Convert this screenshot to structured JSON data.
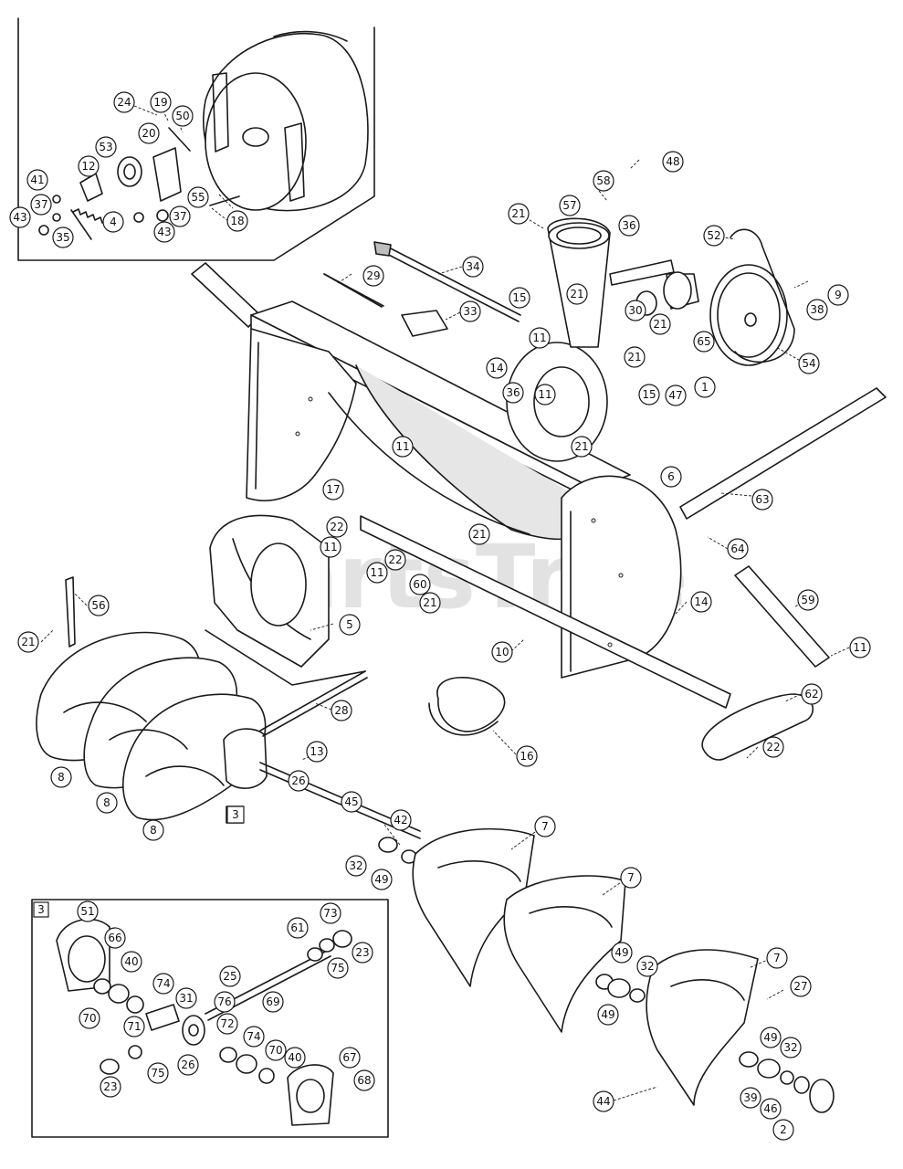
{
  "watermark": "PartsTree",
  "inset_box_label": "3",
  "callouts": {
    "c1": "1",
    "c2": "2",
    "c3": "3",
    "c4": "4",
    "c5": "5",
    "c6": "6",
    "c7a": "7",
    "c7b": "7",
    "c7c": "7",
    "c8a": "8",
    "c8b": "8",
    "c8c": "8",
    "c9": "9",
    "c10": "10",
    "c11a": "11",
    "c11b": "11",
    "c11c": "11",
    "c11d": "11",
    "c11e": "11",
    "c11f": "11",
    "c12": "12",
    "c13": "13",
    "c14a": "14",
    "c14b": "14",
    "c15a": "15",
    "c15b": "15",
    "c16": "16",
    "c17": "17",
    "c18": "18",
    "c19": "19",
    "c20": "20",
    "c21a": "21",
    "c21b": "21",
    "c21c": "21",
    "c21d": "21",
    "c21e": "21",
    "c21f": "21",
    "c21g": "21",
    "c21h": "21",
    "c22a": "22",
    "c22b": "22",
    "c22c": "22",
    "c23a": "23",
    "c23b": "23",
    "c24": "24",
    "c25": "25",
    "c26a": "26",
    "c26b": "26",
    "c27": "27",
    "c28": "28",
    "c29": "29",
    "c30": "30",
    "c31": "31",
    "c32a": "32",
    "c32b": "32",
    "c32c": "32",
    "c33": "33",
    "c34": "34",
    "c35": "35",
    "c36a": "36",
    "c36b": "36",
    "c37a": "37",
    "c37b": "37",
    "c38": "38",
    "c39": "39",
    "c40a": "40",
    "c40b": "40",
    "c41": "41",
    "c42": "42",
    "c43a": "43",
    "c43b": "43",
    "c44": "44",
    "c45": "45",
    "c46": "46",
    "c47": "47",
    "c48": "48",
    "c49a": "49",
    "c49b": "49",
    "c49c": "49",
    "c49d": "49",
    "c50": "50",
    "c51": "51",
    "c52": "52",
    "c53": "53",
    "c54": "54",
    "c55": "55",
    "c56": "56",
    "c57": "57",
    "c58": "58",
    "c59": "59",
    "c60": "60",
    "c61": "61",
    "c62": "62",
    "c63": "63",
    "c64": "64",
    "c65": "65",
    "c66": "66",
    "c67": "67",
    "c68": "68",
    "c69": "69",
    "c70a": "70",
    "c70b": "70",
    "c71": "71",
    "c72": "72",
    "c73": "73",
    "c74a": "74",
    "c74b": "74",
    "c75a": "75",
    "c75b": "75",
    "c76": "76"
  }
}
